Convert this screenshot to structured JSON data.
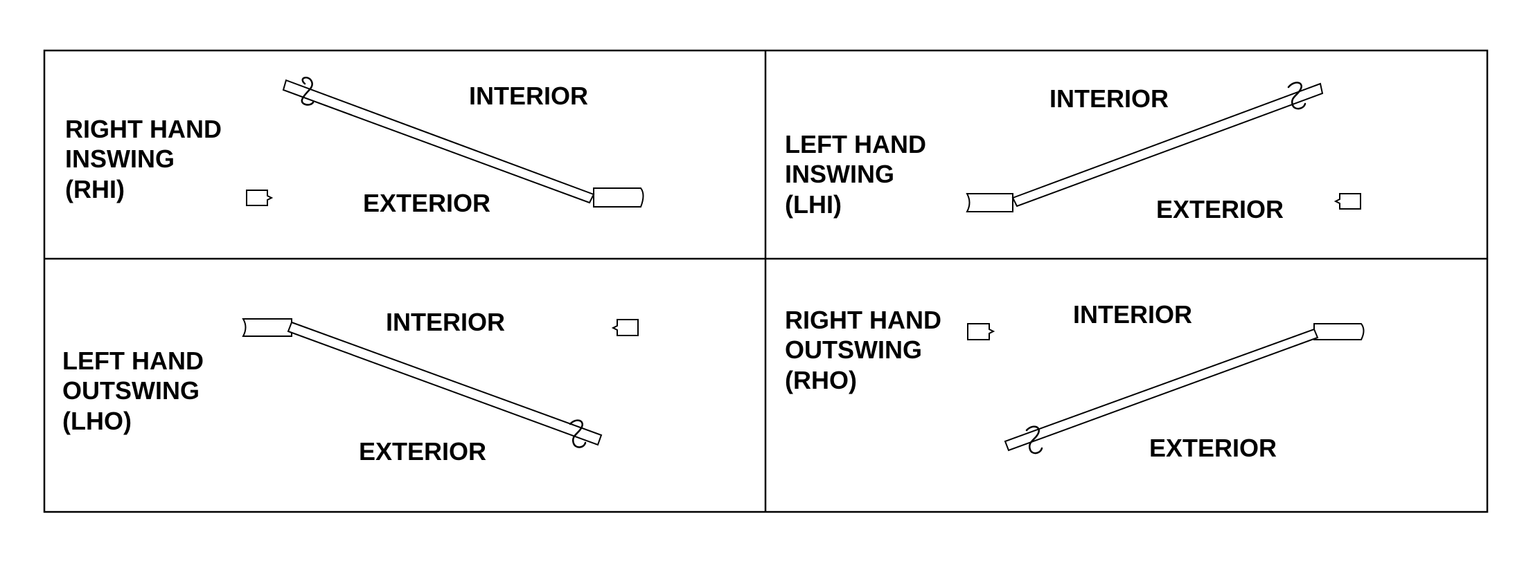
{
  "panels": [
    {
      "id": "rhi",
      "title_lines": [
        "RIGHT HAND",
        "INSWING",
        "(RHI)"
      ],
      "interior": "INTERIOR",
      "exterior": "EXTERIOR"
    },
    {
      "id": "lhi",
      "title_lines": [
        "LEFT HAND",
        "INSWING",
        "(LHI)"
      ],
      "interior": "INTERIOR",
      "exterior": "EXTERIOR"
    },
    {
      "id": "lho",
      "title_lines": [
        "LEFT HAND",
        "OUTSWING",
        "(LHO)"
      ],
      "interior": "INTERIOR",
      "exterior": "EXTERIOR"
    },
    {
      "id": "rho",
      "title_lines": [
        "RIGHT HAND",
        "OUTSWING",
        "(RHO)"
      ],
      "interior": "INTERIOR",
      "exterior": "EXTERIOR"
    }
  ]
}
